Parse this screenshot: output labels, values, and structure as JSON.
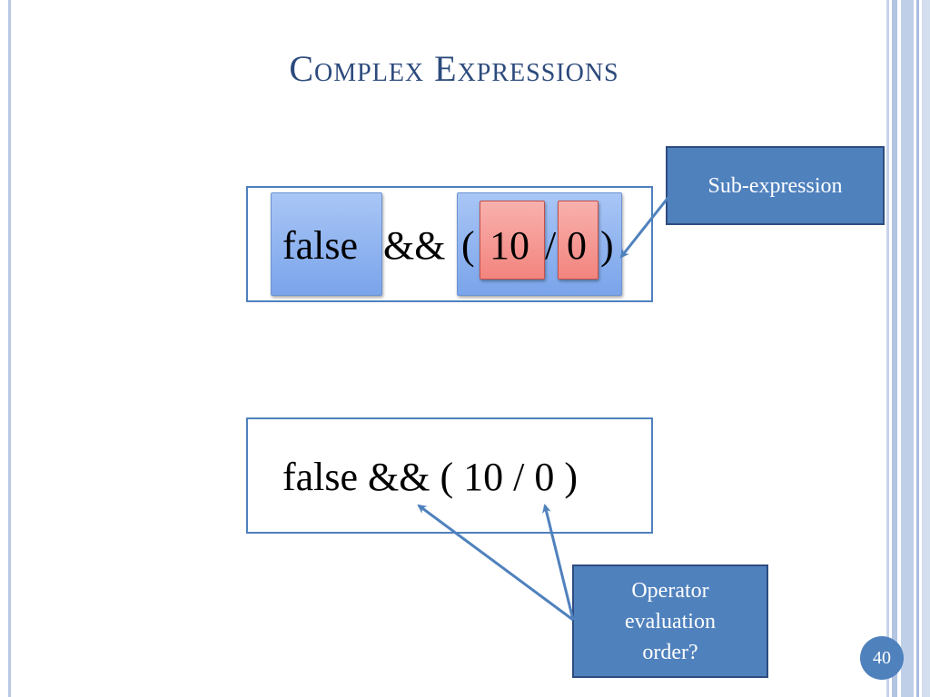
{
  "slide": {
    "title": "Complex Expressions",
    "page_number": "40"
  },
  "expression_top": {
    "false_token": "false",
    "and_op": "&&",
    "open_paren": "(",
    "num_ten": "10",
    "div_op": "/",
    "num_zero": "0",
    "close_paren": ")"
  },
  "expression_bottom": {
    "text": "false && ( 10 / 0 )"
  },
  "callouts": {
    "sub_expression": "Sub-expression",
    "operator_order_lines": [
      "Operator",
      "evaluation",
      "order?"
    ]
  },
  "colors": {
    "accent": "#4f81bd",
    "title": "#2c4a7c",
    "highlight_blue": "#8fb3ef",
    "highlight_red": "#f59a95"
  }
}
